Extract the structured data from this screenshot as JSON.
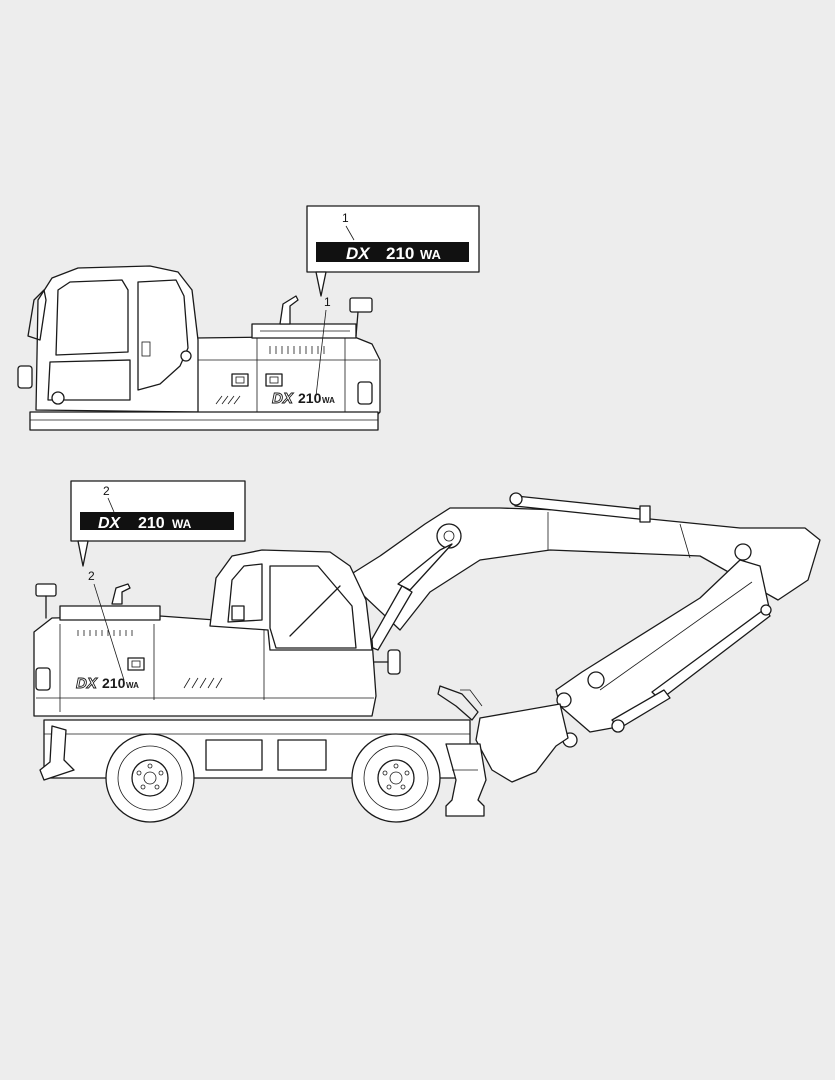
{
  "callouts": [
    {
      "number": "1",
      "decal_brand": "DX",
      "decal_model": "210",
      "decal_suffix": "WA"
    },
    {
      "number": "2",
      "decal_brand": "DX",
      "decal_model": "210",
      "decal_suffix": "WA"
    }
  ],
  "colors": {
    "background": "#ededed",
    "line": "#1a1a1a",
    "decal": "#111111"
  }
}
